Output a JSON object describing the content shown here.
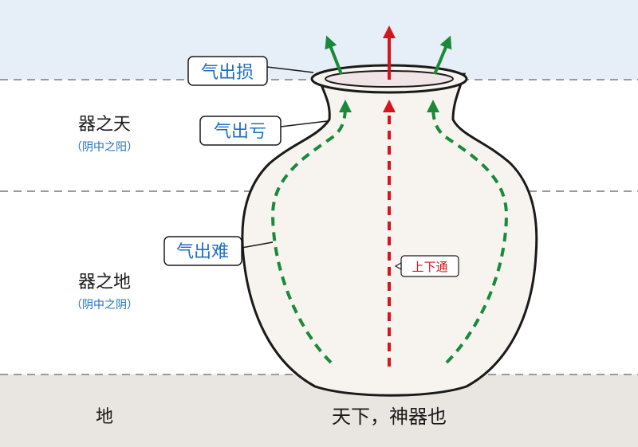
{
  "zones": {
    "upper_name": "器之天",
    "upper_sub": "（阴中之阳）",
    "lower_name": "器之地",
    "lower_sub": "（阴中之阴）",
    "ground_name": "地",
    "caption": "天下，神器也"
  },
  "callouts": {
    "rim": "气出损",
    "neck": "气出亏",
    "body": "气出难",
    "center": "上下通"
  },
  "colors": {
    "sky": "#e6eef7",
    "ground": "#e9e6e2",
    "vase_fill": "#f7f4ef",
    "outline": "#1a1a1a",
    "green_arrow": "#1a8a3a",
    "red_arrow": "#d7141e",
    "callout_text": "#1f6fbf",
    "center_label": "#d7141e",
    "sub_text": "#1f6fbf",
    "dash_line": "#9a9a9a"
  }
}
